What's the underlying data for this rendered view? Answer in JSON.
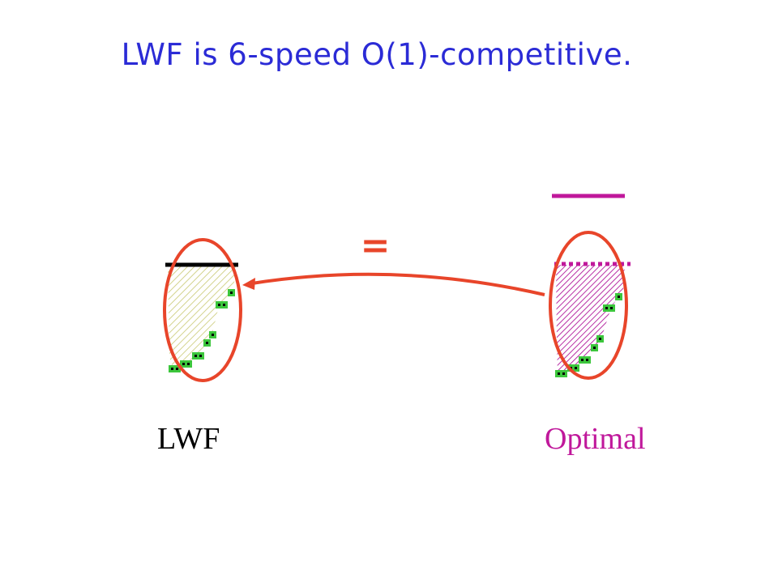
{
  "slide": {
    "title": "LWF is 6-speed O(1)-competitive."
  },
  "diagram": {
    "left_label": "LWF",
    "right_label": "Optimal",
    "relation_symbol": "=",
    "colors": {
      "title": "#2b2bd6",
      "ellipse": "#e8452a",
      "arrow": "#e8452a",
      "equals": "#e8452a",
      "lwf_line": "#000000",
      "lwf_fill_hatch": "#c8c870",
      "optimal_line": "#c0189b",
      "optimal_fill_hatch": "#b0189b",
      "job_square": "#3cc63c"
    }
  }
}
